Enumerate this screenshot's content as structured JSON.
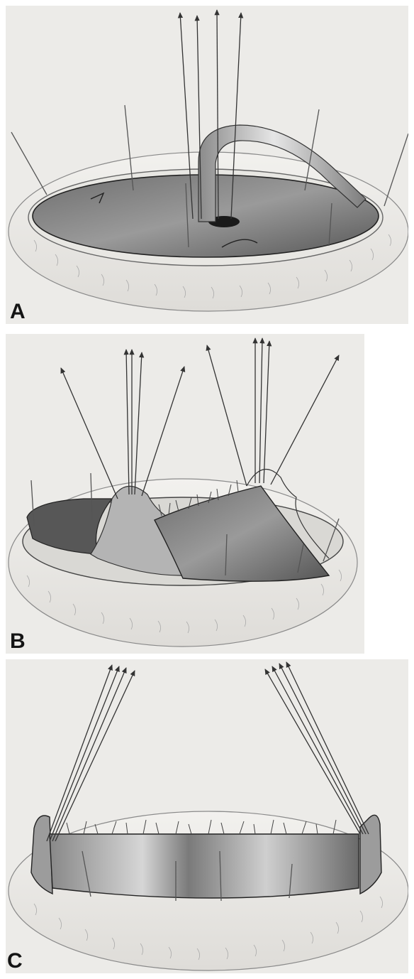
{
  "panels": [
    {
      "letter": "A"
    },
    {
      "letter": "B"
    },
    {
      "letter": "C"
    }
  ]
}
